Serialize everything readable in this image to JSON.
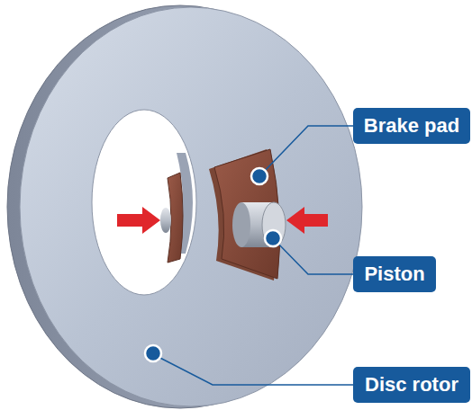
{
  "diagram": {
    "nodes": [
      {
        "text": [
          "Brake pad"
        ]
      },
      {
        "text": [
          "Piston"
        ]
      },
      {
        "text": [
          "Disc rotor"
        ]
      }
    ]
  }
}
